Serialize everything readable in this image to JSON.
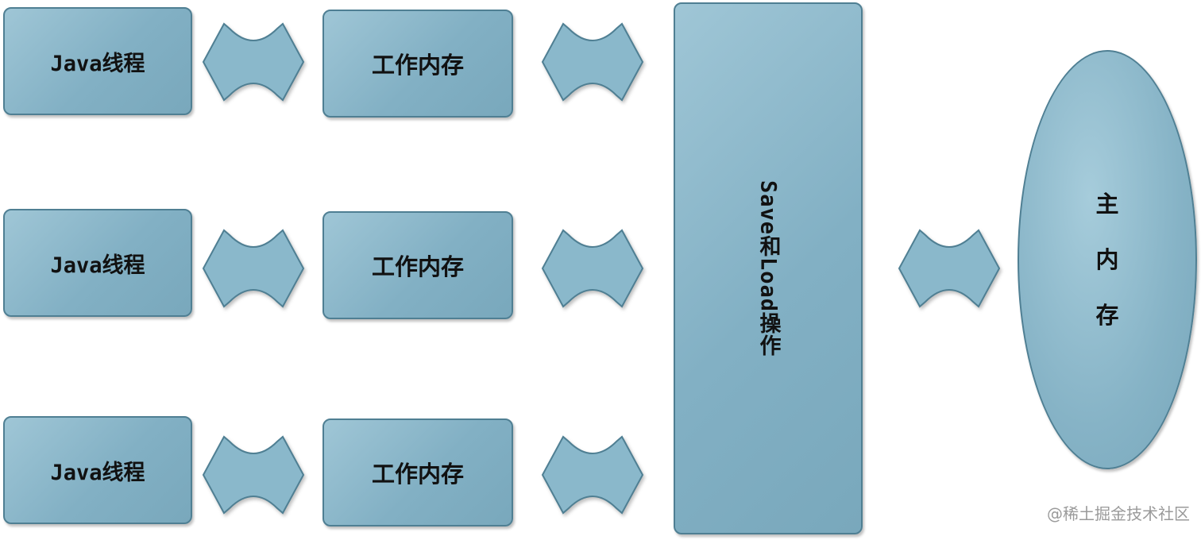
{
  "threads": [
    {
      "label": "Java线程"
    },
    {
      "label": "Java线程"
    },
    {
      "label": "Java线程"
    }
  ],
  "working_memory": [
    {
      "label": "工作内存"
    },
    {
      "label": "工作内存"
    },
    {
      "label": "工作内存"
    }
  ],
  "save_load": {
    "label": "Save和Load操作"
  },
  "main_memory": {
    "chars": [
      "主",
      "内",
      "存"
    ]
  },
  "watermark": {
    "text": "@稀土掘金技术社区"
  },
  "colors": {
    "box_fill": "#8ab8cb",
    "box_border": "#4f7f93"
  }
}
